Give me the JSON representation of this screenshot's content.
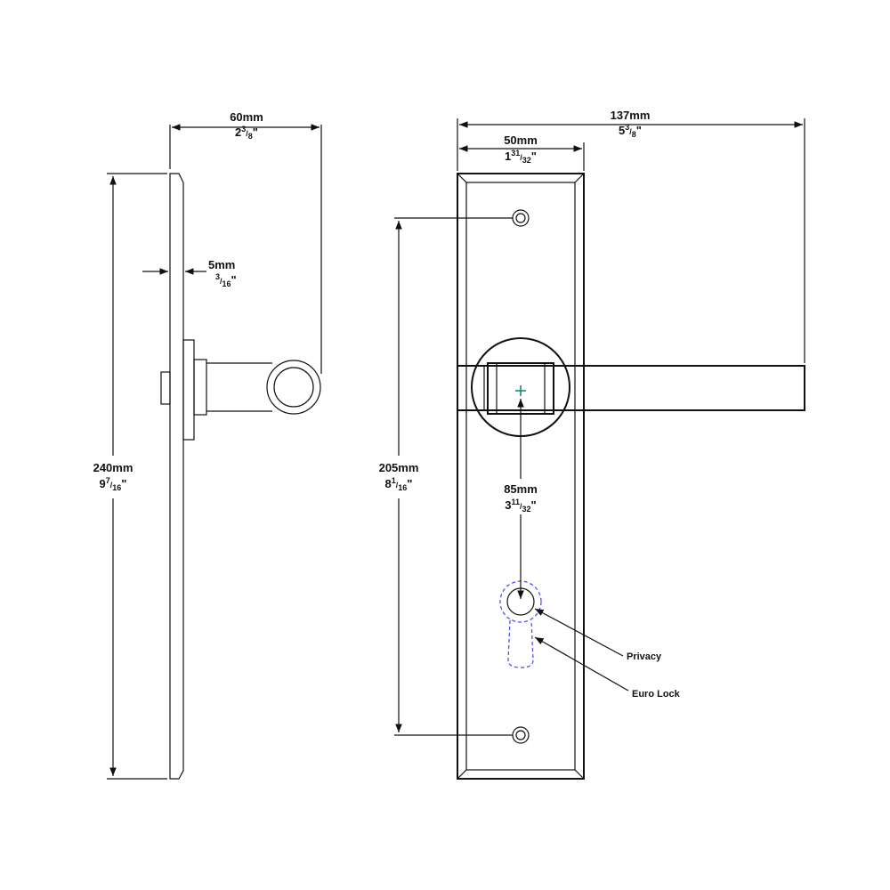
{
  "dimensions": {
    "side_width": {
      "mm": "60mm",
      "inch_whole": "2",
      "inch_num": "3",
      "inch_den": "8"
    },
    "plate_thick": {
      "mm": "5mm",
      "inch_whole": "",
      "inch_num": "3",
      "inch_den": "16"
    },
    "height": {
      "mm": "240mm",
      "inch_whole": "9",
      "inch_num": "7",
      "inch_den": "16"
    },
    "total_width": {
      "mm": "137mm",
      "inch_whole": "5",
      "inch_num": "3",
      "inch_den": "8"
    },
    "plate_width": {
      "mm": "50mm",
      "inch_whole": "1",
      "inch_num": "31",
      "inch_den": "32"
    },
    "screw_centers": {
      "mm": "205mm",
      "inch_whole": "8",
      "inch_num": "1",
      "inch_den": "16"
    },
    "backset": {
      "mm": "85mm",
      "inch_whole": "3",
      "inch_num": "11",
      "inch_den": "32"
    }
  },
  "callouts": {
    "privacy": "Privacy",
    "euro_lock": "Euro Lock"
  },
  "colors": {
    "line": "#111111",
    "spindle_mark": "#1a8a7a",
    "lock_outline": "#5050ff"
  }
}
